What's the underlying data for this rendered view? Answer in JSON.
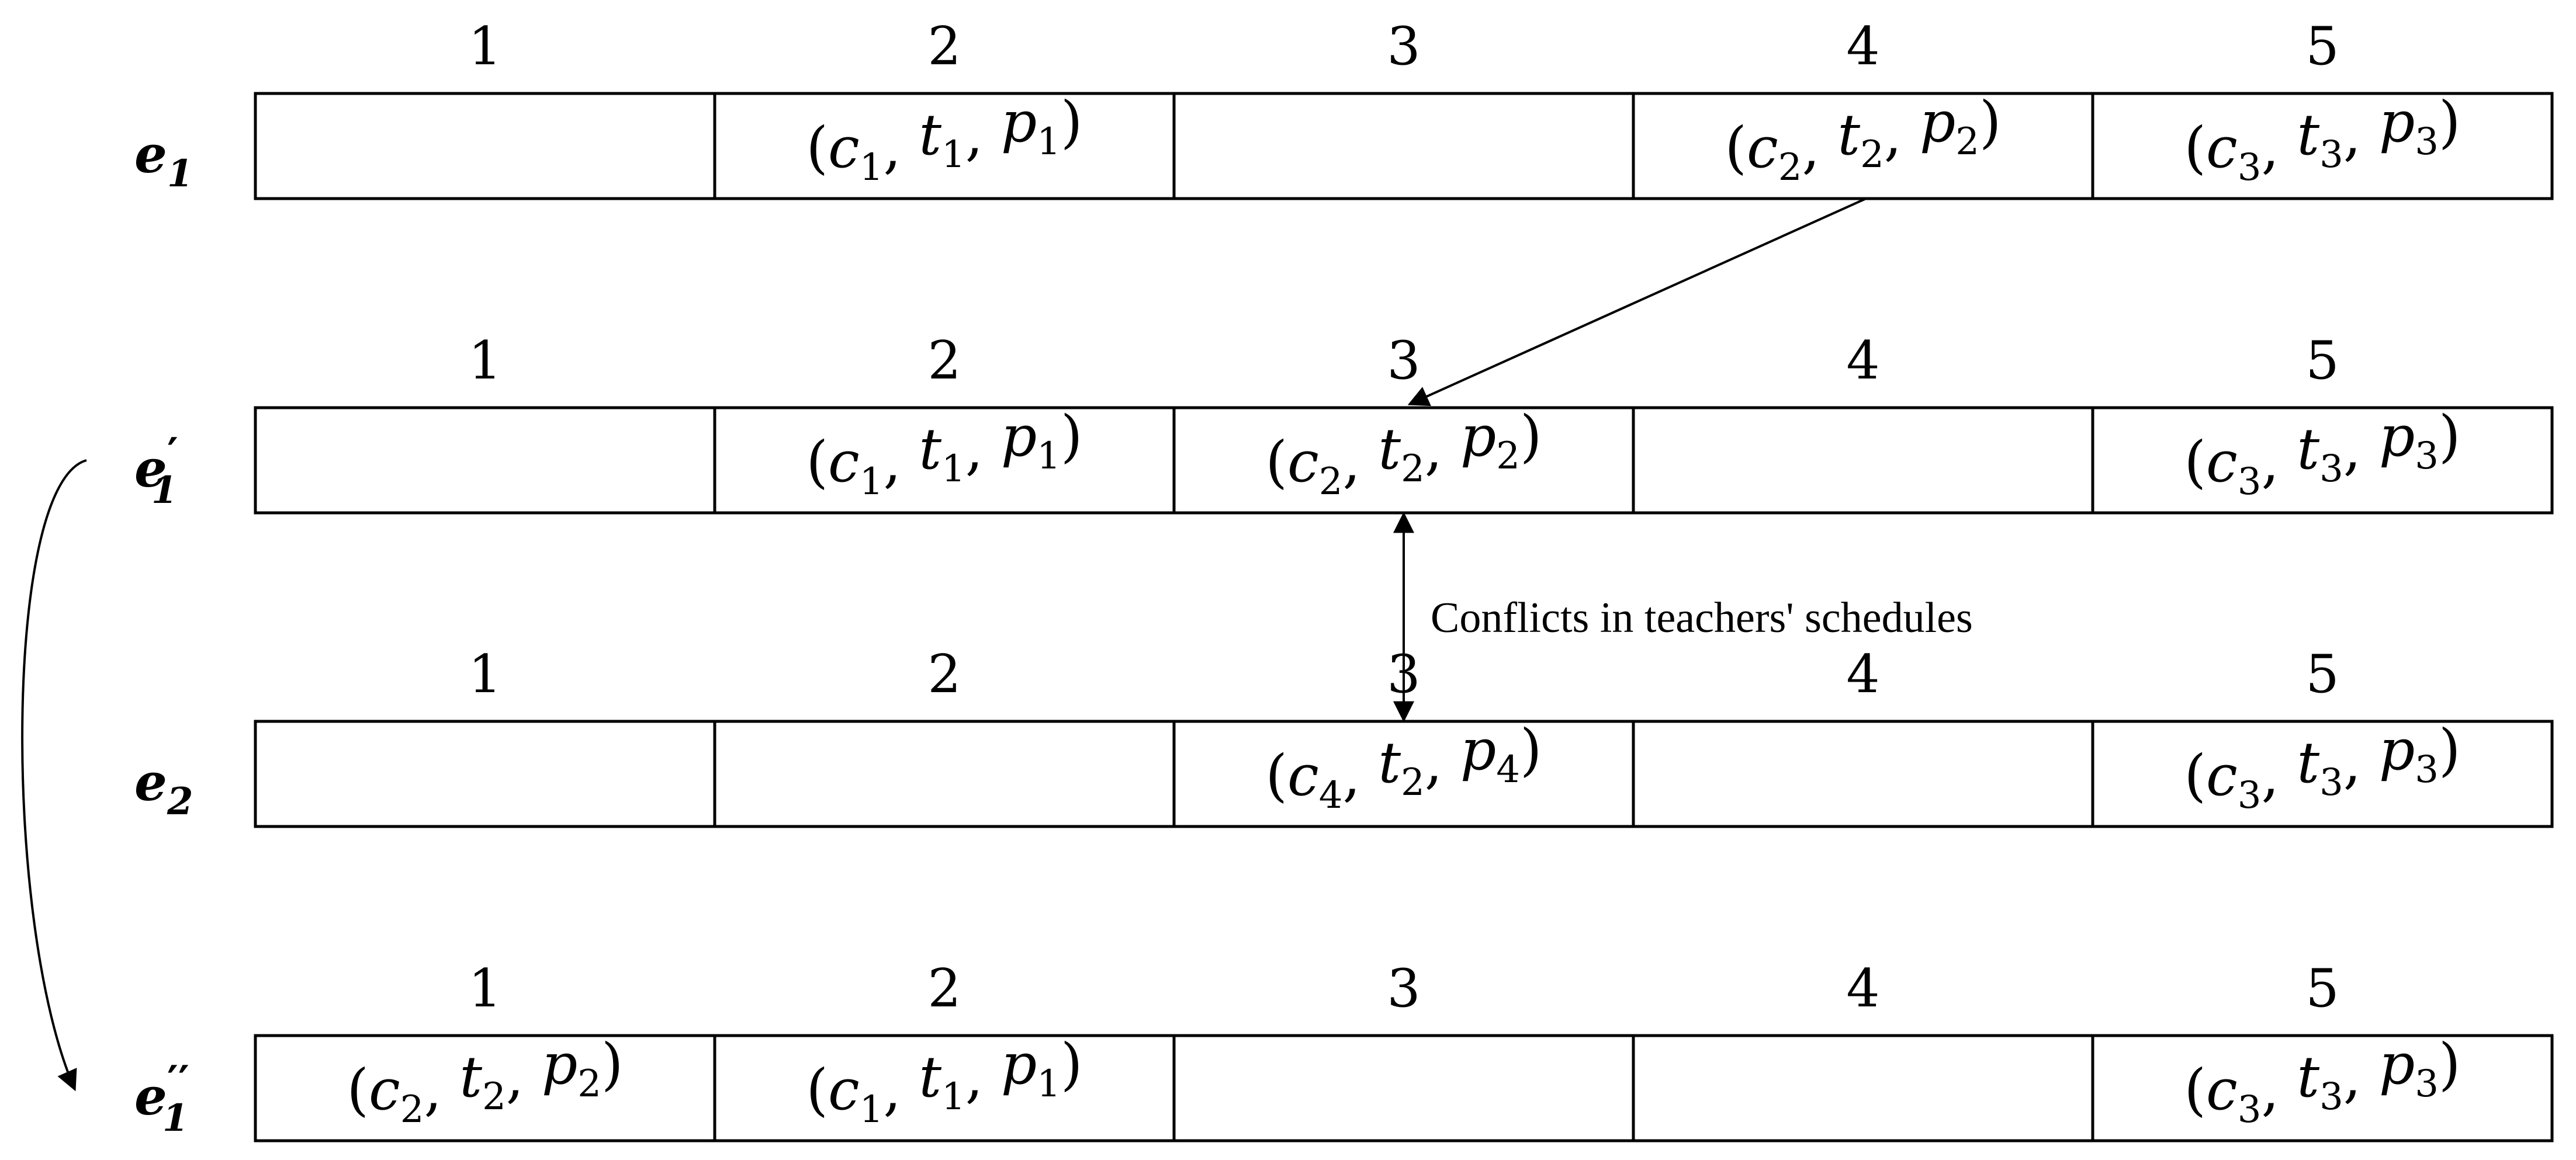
{
  "columns": [
    "1",
    "2",
    "3",
    "4",
    "5"
  ],
  "rows": [
    {
      "label": {
        "base": "e",
        "sub": "1",
        "primes": ""
      },
      "cells": [
        null,
        {
          "c": "1",
          "t": "1",
          "p": "1"
        },
        null,
        {
          "c": "2",
          "t": "2",
          "p": "2"
        },
        {
          "c": "3",
          "t": "3",
          "p": "3"
        }
      ]
    },
    {
      "label": {
        "base": "e",
        "sub": "1",
        "primes": "′"
      },
      "cells": [
        null,
        {
          "c": "1",
          "t": "1",
          "p": "1"
        },
        {
          "c": "2",
          "t": "2",
          "p": "2"
        },
        null,
        {
          "c": "3",
          "t": "3",
          "p": "3"
        }
      ]
    },
    {
      "label": {
        "base": "e",
        "sub": "2",
        "primes": ""
      },
      "cells": [
        null,
        null,
        {
          "c": "4",
          "t": "2",
          "p": "4"
        },
        null,
        {
          "c": "3",
          "t": "3",
          "p": "3"
        }
      ]
    },
    {
      "label": {
        "base": "e",
        "sub": "1",
        "primes": "′′"
      },
      "cells": [
        {
          "c": "2",
          "t": "2",
          "p": "2"
        },
        {
          "c": "1",
          "t": "1",
          "p": "1"
        },
        null,
        null,
        {
          "c": "3",
          "t": "3",
          "p": "3"
        }
      ]
    }
  ],
  "annotation": "Conflicts in teachers' schedules",
  "links": [
    {
      "kind": "move",
      "from_row": 0,
      "from_col": 3,
      "to_row": 1,
      "to_col": 2
    },
    {
      "kind": "conflict",
      "between_rows": [
        1,
        2
      ],
      "col": 2
    },
    {
      "kind": "curved",
      "from_row": 1,
      "to_row": 3
    }
  ]
}
